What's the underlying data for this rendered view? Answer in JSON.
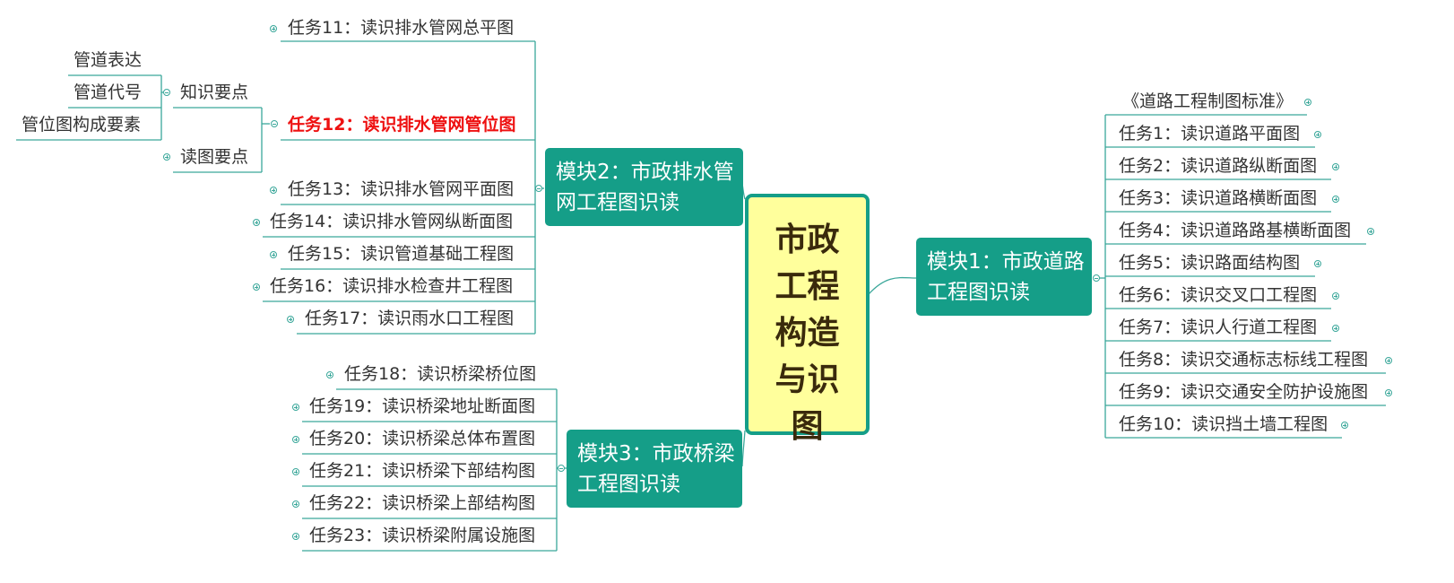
{
  "central": "市政工程构造与识图",
  "modules": {
    "m1": "模块1：市政道路工程图识读",
    "m2": "模块2：市政排水管网工程图识读",
    "m3": "模块3：市政桥梁工程图识读"
  },
  "m1_items": [
    "《道路工程制图标准》",
    "任务1：读识道路平面图",
    "任务2：读识道路纵断面图",
    "任务3：读识道路横断面图",
    "任务4：读识道路路基横断面图",
    "任务5：读识路面结构图",
    "任务6：读识交叉口工程图",
    "任务7：读识人行道工程图",
    "任务8：读识交通标志标线工程图",
    "任务9：读识交通安全防护设施图",
    "任务10：读识挡土墙工程图"
  ],
  "m2_items": [
    "任务11：读识排水管网总平图",
    "任务12：读识排水管网管位图",
    "任务13：读识排水管网平面图",
    "任务14：读识排水管网纵断面图",
    "任务15：读识管道基础工程图",
    "任务16：读识排水检查井工程图",
    "任务17：读识雨水口工程图"
  ],
  "task12_children": {
    "knowledge": "知识要点",
    "reading": "读图要点"
  },
  "knowledge_children": [
    "管道表达",
    "管道代号",
    "管位图构成要素"
  ],
  "m3_items": [
    "任务18：读识桥梁桥位图",
    "任务19：读识桥梁地址断面图",
    "任务20：读识桥梁总体布置图",
    "任务21：读识桥梁下部结构图",
    "任务22：读识桥梁上部结构图",
    "任务23：读识桥梁附属设施图"
  ],
  "colors": {
    "module_fill": "#159e88",
    "central_fill": "#ffff9c",
    "line": "#3aa79a",
    "highlight_text": "#ee1111"
  },
  "icons": {
    "expanded": "collapse-toggle-icon",
    "collapsed": "expand-toggle-icon"
  }
}
